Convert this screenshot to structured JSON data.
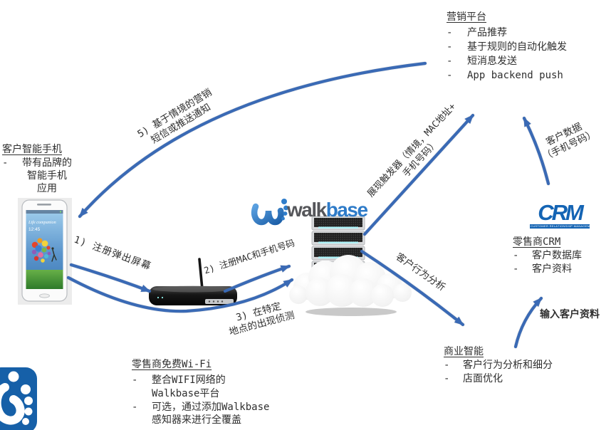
{
  "ui": {
    "dash": "-"
  },
  "blocks": {
    "marketing": {
      "title": "营销平台",
      "items": [
        "产品推荐",
        "基于规则的自动化触发",
        "短消息发送",
        "App backend push"
      ]
    },
    "customer_smartphone": {
      "title": "客户智能手机",
      "lines": [
        "带有品牌的",
        "智能手机",
        "应用"
      ]
    },
    "retailer_crm": {
      "title": "零售商CRM",
      "items": [
        "客户数据库",
        "客户资料"
      ]
    },
    "business_intelligence": {
      "title": "商业智能",
      "items": [
        "客户行为分析和细分",
        "店面优化"
      ]
    },
    "retailer_wifi": {
      "title": "零售商免费Wi-Fi",
      "items": [
        {
          "line1": "整合WIFI网络的",
          "line2": "Walkbase平台"
        },
        {
          "line1": "可选，通过添加Walkbase",
          "line2": "感知器来进行全覆盖"
        }
      ]
    }
  },
  "arrows": {
    "step1": "1) 注册弹出屏幕",
    "step2": "2) 注册MAC和手机号码",
    "step3": {
      "line1": "3) 在特定",
      "line2": "地点的出现侦测"
    },
    "step5": {
      "line1": "5) 基于情境的营销",
      "line2": "短信或推送通知"
    },
    "trigger": {
      "line1": "展现触发器（情境，MAC地址+",
      "line2": "手机号码）"
    },
    "customer_data": {
      "line1": "客户数据",
      "line2": "（手机号码）"
    },
    "behavior_analysis": "客户行为分析",
    "input_profile": "输入客户资料"
  },
  "logos": {
    "walkbase": {
      "walk": "walk",
      "base": "base"
    },
    "crm": {
      "text": "CRM",
      "subtext": "CUSTOMER RELATIONSHIP MANAGEMENT"
    }
  },
  "phone": {
    "tagline": "Life companion",
    "time": "12:45"
  },
  "icons": {
    "walkbase-footprint": "blue swirl w + toe dots",
    "walkbase-badge": "blue rounded square with white footprint",
    "smartphone": "white galaxy phone",
    "wifi-router": "black router with antenna",
    "server-cloud": "server stack on clouds"
  },
  "colors": {
    "arrow": "#3a6ab5",
    "text": "#2f2f2f",
    "crm_blue": "#1464b4",
    "walkbase_gray": "#55565a",
    "walkbase_blue": "#2e7bc8",
    "badge_blue": "#1660a8"
  }
}
